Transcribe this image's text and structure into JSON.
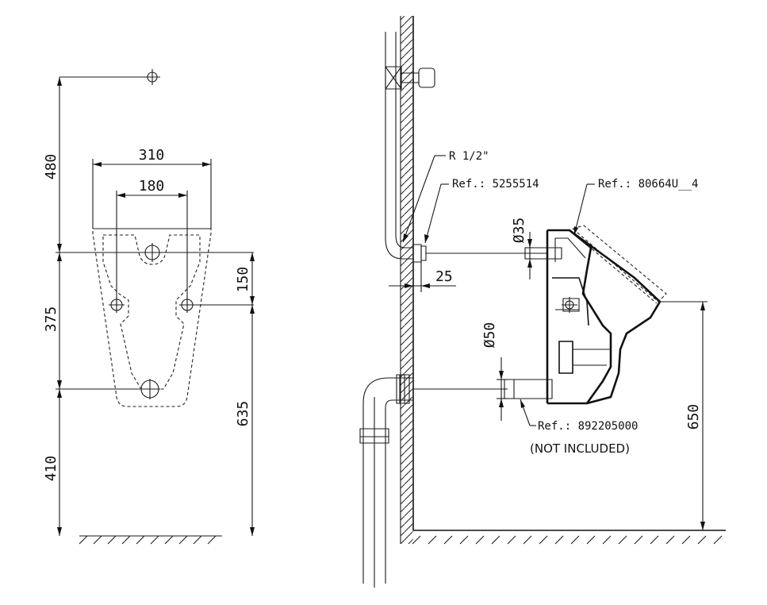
{
  "front_view": {
    "dim_480": "480",
    "dim_310": "310",
    "dim_180": "180",
    "dim_150": "150",
    "dim_375": "375",
    "dim_635": "635",
    "dim_410": "410"
  },
  "side_view": {
    "supply_thread": "R 1/2\"",
    "ref_supply": "Ref.: 5255514",
    "ref_urinal": "Ref.: 80664U__4",
    "dia_35": "Ø35",
    "dim_25": "25",
    "dia_50": "Ø50",
    "ref_outlet": "Ref.: 892205000",
    "not_included": "(NOT INCLUDED)",
    "dim_650": "650"
  }
}
